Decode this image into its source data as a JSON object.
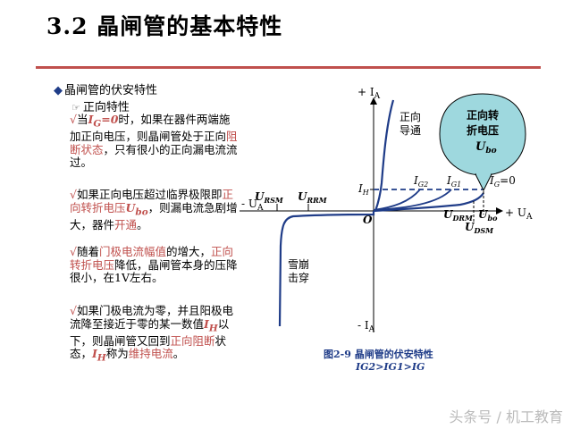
{
  "title": "3.2 晶闸管的基本特性",
  "section": "晶闸管的伏安特性",
  "subsection": "正向特性",
  "p1": {
    "a": "当",
    "b": "I",
    "c": "G",
    "d": "=0",
    "e": "时，如果在器件两端施加正向电压，则晶闸管处于正向",
    "f": "阻断状态",
    "g": "，只有很小的正向漏电流流过。"
  },
  "p2": {
    "a": "如果正向电压超过临界极限即",
    "b": "正向转折电压",
    "c": "U",
    "d": "bo",
    "e": "，则漏电流急剧增大，器件",
    "f": "开通",
    "g": "。"
  },
  "p3": {
    "a": "随着",
    "b": "门极电流幅值",
    "c": "的增大，",
    "d": "正向转折电压",
    "e": "降低，晶闸管本身的压降很小，在1V左右。"
  },
  "p4": {
    "a": "如果门极电流为零，并且阳极电流降至接近于零的某一数值",
    "b": "I",
    "c": "H",
    "d": "以下，则晶闸管又回到",
    "e": "正向阻断",
    "f": "状态，",
    "g": "I",
    "h": "H",
    "i": "称为",
    "j": "维持电流",
    "k": "。"
  },
  "diagram": {
    "ia_pos": "+ I",
    "ia_pos_sub": "A",
    "ia_neg": "- I",
    "ia_neg_sub": "A",
    "ua_pos": "+ U",
    "ua_pos_sub": "A",
    "ua_neg": "- U",
    "ua_neg_sub": "A",
    "origin": "O",
    "zhengxiang": "正向",
    "daotong": "导通",
    "bubble1": "正向转",
    "bubble2": "折电压",
    "bubble3": "U",
    "bubble3_sub": "bo",
    "ig2": "I",
    "ig2_sub": "G2",
    "ig1": "I",
    "ig1_sub": "G1",
    "ig0": "I",
    "ig0_sub": "G",
    "ig0_tail": "=0",
    "ih": "I",
    "ih_sub": "H",
    "ursm": "U",
    "ursm_sub": "RSM",
    "urrm": "U",
    "urrm_sub": "RRM",
    "udrm": "U",
    "udrm_sub": "DRM",
    "ubo": "U",
    "ubo_sub": "bo",
    "udsm": "U",
    "udsm_sub": "DSM",
    "xuebeng": "雪崩",
    "jichuan": "击穿"
  },
  "caption": "图2-9  晶闸管的伏安特性",
  "caption2": "IG2>IG1>IG",
  "watermark": "头条号 / 机工教育",
  "colors": {
    "curve": "#1f3c88",
    "bubble": "#9ed8de",
    "accent": "#c0504d",
    "rule": "#c0504d"
  }
}
